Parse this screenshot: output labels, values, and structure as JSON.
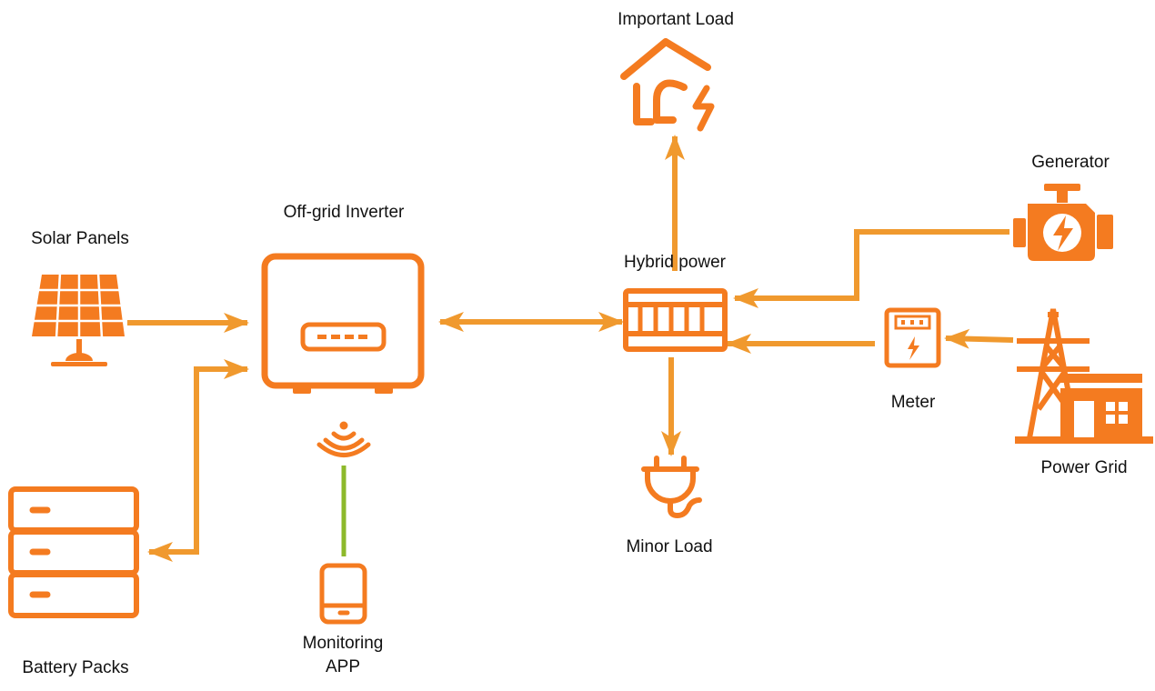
{
  "colors": {
    "icon": "#F47B20",
    "arrow": "#F0992E",
    "wireless_link": "#8DB92B",
    "text": "#111111",
    "background": "#FFFFFF"
  },
  "nodes": {
    "solar_panels": {
      "label": "Solar Panels",
      "icon": "solar-panel-icon"
    },
    "inverter": {
      "label": "Off-grid Inverter",
      "icon": "inverter-icon"
    },
    "battery": {
      "label": "Battery Packs",
      "icon": "battery-stack-icon"
    },
    "wifi": {
      "icon": "wifi-icon"
    },
    "app": {
      "label_line1": "Monitoring",
      "label_line2": "APP",
      "icon": "smartphone-icon"
    },
    "hybrid": {
      "label": "Hybrid power",
      "icon": "hybrid-power-box-icon"
    },
    "important_load": {
      "label": "Important Load",
      "icon": "house-power-icon"
    },
    "minor_load": {
      "label": "Minor Load",
      "icon": "plug-icon"
    },
    "generator": {
      "label": "Generator",
      "icon": "generator-engine-icon"
    },
    "meter": {
      "label": "Meter",
      "icon": "meter-icon"
    },
    "power_grid": {
      "label": "Power Grid",
      "icon": "power-grid-icon"
    }
  },
  "connections": [
    {
      "from": "solar_panels",
      "to": "inverter",
      "direction": "one-way"
    },
    {
      "from": "battery",
      "to": "inverter",
      "direction": "two-way"
    },
    {
      "from": "inverter",
      "to": "hybrid",
      "direction": "two-way"
    },
    {
      "from": "hybrid",
      "to": "important_load",
      "direction": "one-way"
    },
    {
      "from": "hybrid",
      "to": "minor_load",
      "direction": "one-way"
    },
    {
      "from": "generator",
      "to": "hybrid",
      "direction": "one-way"
    },
    {
      "from": "meter",
      "to": "hybrid",
      "direction": "one-way"
    },
    {
      "from": "power_grid",
      "to": "meter",
      "direction": "one-way"
    },
    {
      "from": "wifi",
      "to": "app",
      "direction": "link"
    }
  ]
}
